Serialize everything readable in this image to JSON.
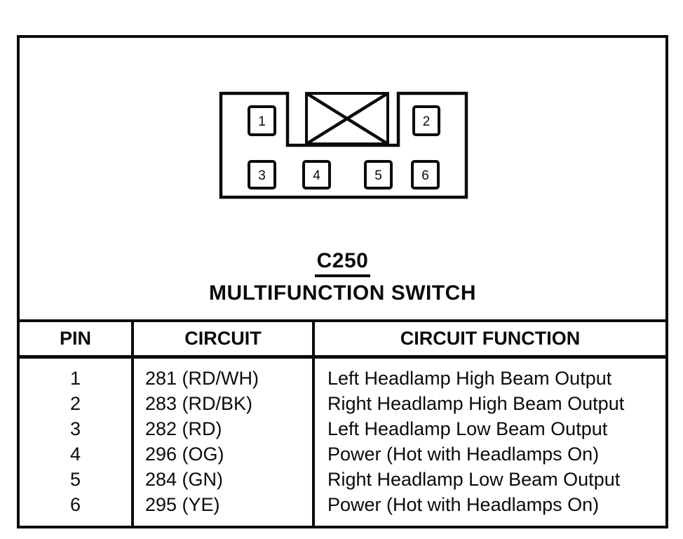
{
  "figure": {
    "connector_id": "C250",
    "connector_name": "MULTIFUNCTION SWITCH",
    "connector": {
      "pins": [
        "1",
        "2",
        "3",
        "4",
        "5",
        "6"
      ]
    },
    "table": {
      "headers": [
        "PIN",
        "CIRCUIT",
        "CIRCUIT FUNCTION"
      ],
      "rows": [
        {
          "pin": "1",
          "circuit": "281 (RD/WH)",
          "function": "Left Headlamp High Beam Output"
        },
        {
          "pin": "2",
          "circuit": "283 (RD/BK)",
          "function": "Right Headlamp High Beam Output"
        },
        {
          "pin": "3",
          "circuit": "282 (RD)",
          "function": "Left Headlamp Low Beam Output"
        },
        {
          "pin": "4",
          "circuit": "296 (OG)",
          "function": "Power (Hot with Headlamps On)"
        },
        {
          "pin": "5",
          "circuit": "284 (GN)",
          "function": "Right Headlamp Low Beam Output"
        },
        {
          "pin": "6",
          "circuit": "295 (YE)",
          "function": "Power (Hot with Headlamps On)"
        }
      ]
    },
    "colors": {
      "ink": "#0b0b0b",
      "paper": "#ffffff"
    }
  }
}
